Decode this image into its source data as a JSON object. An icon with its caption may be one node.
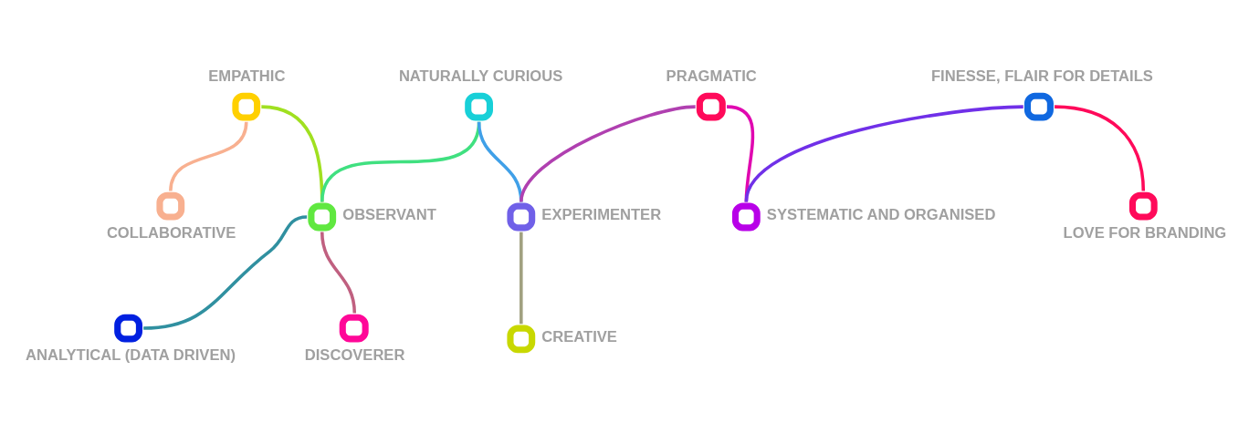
{
  "diagram": {
    "nodes": [
      {
        "text": [],
        "shape": "circle",
        "beside": [
          "EMPATHIC"
        ]
      },
      {
        "text": [],
        "shape": "circle",
        "beside": [
          "NATURALLY CURIOUS"
        ]
      },
      {
        "text": [],
        "shape": "circle",
        "beside": [
          "PRAGMATIC"
        ]
      },
      {
        "text": [],
        "shape": "circle",
        "beside": [
          "FINESSE, FLAIR FOR DETAILS"
        ]
      },
      {
        "text": [],
        "shape": "circle",
        "beside": [
          "COLLABORATIVE"
        ]
      },
      {
        "text": [],
        "shape": "circle",
        "beside": [
          "OBSERVANT"
        ]
      },
      {
        "text": [],
        "shape": "circle",
        "beside": [
          "EXPERIMENTER"
        ]
      },
      {
        "text": [],
        "shape": "circle",
        "beside": [
          "SYSTEMATIC AND ORGANISED"
        ]
      },
      {
        "text": [],
        "shape": "circle",
        "beside": [
          "LOVE FOR BRANDING"
        ]
      },
      {
        "text": [],
        "shape": "circle",
        "beside": [
          "ANALYTICAL (DATA DRIVEN)"
        ]
      },
      {
        "text": [],
        "shape": "circle",
        "beside": [
          "DISCOVERER"
        ]
      },
      {
        "text": [],
        "shape": "circle",
        "beside": [
          "CREATIVE"
        ]
      }
    ],
    "edges": [
      {
        "from": 0,
        "to": 4,
        "arrow": "none",
        "color": "#f8b090"
      },
      {
        "from": 0,
        "to": 5,
        "arrow": "none",
        "color": "#a0e020"
      },
      {
        "from": 1,
        "to": 5,
        "arrow": "none",
        "color": "#40e080"
      },
      {
        "from": 1,
        "to": 6,
        "arrow": "none",
        "color": "#40a0e8"
      },
      {
        "from": 2,
        "to": 6,
        "arrow": "none",
        "color": "#b040b0"
      },
      {
        "from": 2,
        "to": 7,
        "arrow": "none",
        "color": "#e008b0"
      },
      {
        "from": 3,
        "to": 7,
        "arrow": "none",
        "color": "#7030e8"
      },
      {
        "from": 3,
        "to": 8,
        "arrow": "none",
        "color": "#ff0a5a"
      },
      {
        "from": 5,
        "to": 9,
        "arrow": "none",
        "color": "#3090a0"
      },
      {
        "from": 5,
        "to": 10,
        "arrow": "none",
        "color": "#c06080"
      },
      {
        "from": 6,
        "to": 11,
        "arrow": "none",
        "color": "#a0a080"
      }
    ]
  }
}
